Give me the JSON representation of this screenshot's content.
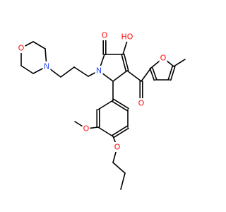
{
  "colors": {
    "bond": "#000000",
    "O": "#ff0d0d",
    "N": "#3050f8"
  },
  "atom_labels": [
    {
      "id": "morpholine-o",
      "text": "O",
      "element": "O"
    },
    {
      "id": "morpholine-n",
      "text": "N",
      "element": "N"
    },
    {
      "id": "lactam-n",
      "text": "N",
      "element": "N"
    },
    {
      "id": "lactam-carbonyl-o",
      "text": "O",
      "element": "O"
    },
    {
      "id": "hydroxy-ho",
      "text": "HO",
      "element": "O"
    },
    {
      "id": "furan-o",
      "text": "O",
      "element": "O"
    },
    {
      "id": "ketone-o",
      "text": "O",
      "element": "O"
    },
    {
      "id": "methoxy-o",
      "text": "O",
      "element": "O"
    },
    {
      "id": "propoxy-o",
      "text": "O",
      "element": "O"
    }
  ]
}
